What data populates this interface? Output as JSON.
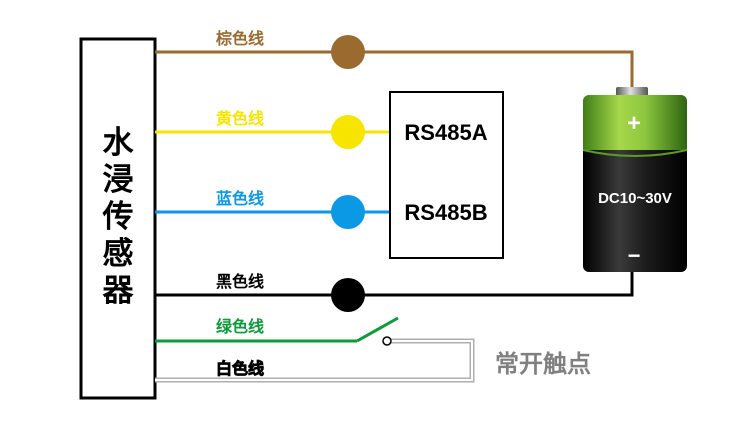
{
  "sensor": {
    "label_chars": [
      "水",
      "浸",
      "传",
      "感",
      "器"
    ]
  },
  "wires": {
    "brown": {
      "label": "棕色线",
      "color": "#9A6A2E"
    },
    "yellow": {
      "label": "黄色线",
      "color": "#F7E500"
    },
    "blue": {
      "label": "蓝色线",
      "color": "#0B98E4"
    },
    "black": {
      "label": "黑色线",
      "color": "#000000"
    },
    "green": {
      "label": "绿色线",
      "color": "#0D9A3A"
    },
    "white": {
      "label": "白色线",
      "color": "#BFBFBF"
    }
  },
  "module": {
    "terminal_a": "RS485A",
    "terminal_b": "RS485B"
  },
  "battery": {
    "plus": "+",
    "minus": "−",
    "voltage": "DC10~30V",
    "top_color": "#8CC63F",
    "bottom_color": "#1A1A1A"
  },
  "contact": {
    "label": "常开触点"
  }
}
